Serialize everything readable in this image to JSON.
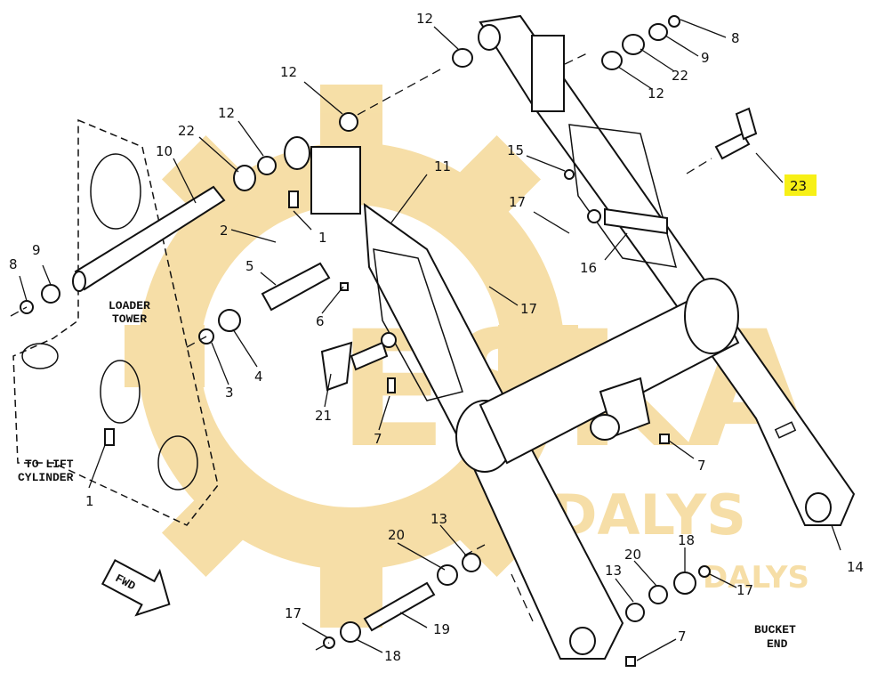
{
  "watermark": {
    "brand": "ESKA",
    "sub": "DALYS",
    "sub2": "DALYS",
    "color": "#f3d48a"
  },
  "highlight_color": "#f7f016",
  "texts": {
    "loader_tower_1": "LOADER",
    "loader_tower_2": "TOWER",
    "lift_1": "TO LIFT",
    "lift_2": "CYLINDER",
    "bucket_1": "BUCKET",
    "bucket_2": "END",
    "fwd": "FWD"
  },
  "callouts": [
    {
      "id": "c12a",
      "num": "12"
    },
    {
      "id": "c8a",
      "num": "8"
    },
    {
      "id": "c9a",
      "num": "9"
    },
    {
      "id": "c22a",
      "num": "22"
    },
    {
      "id": "c12b",
      "num": "12"
    },
    {
      "id": "c12c",
      "num": "12"
    },
    {
      "id": "c12d",
      "num": "12"
    },
    {
      "id": "c22b",
      "num": "22"
    },
    {
      "id": "c10",
      "num": "10"
    },
    {
      "id": "c15",
      "num": "15"
    },
    {
      "id": "c23",
      "num": "23"
    },
    {
      "id": "c11",
      "num": "11"
    },
    {
      "id": "c17a",
      "num": "17"
    },
    {
      "id": "c1a",
      "num": "1"
    },
    {
      "id": "c2",
      "num": "2"
    },
    {
      "id": "c9b",
      "num": "9"
    },
    {
      "id": "c8b",
      "num": "8"
    },
    {
      "id": "c16",
      "num": "16"
    },
    {
      "id": "c5",
      "num": "5"
    },
    {
      "id": "c17b",
      "num": "17"
    },
    {
      "id": "c6",
      "num": "6"
    },
    {
      "id": "c4",
      "num": "4"
    },
    {
      "id": "c3",
      "num": "3"
    },
    {
      "id": "c21",
      "num": "21"
    },
    {
      "id": "c7a",
      "num": "7"
    },
    {
      "id": "c7b",
      "num": "7"
    },
    {
      "id": "c1b",
      "num": "1"
    },
    {
      "id": "c13a",
      "num": "13"
    },
    {
      "id": "c20a",
      "num": "20"
    },
    {
      "id": "c18a",
      "num": "18"
    },
    {
      "id": "c14",
      "num": "14"
    },
    {
      "id": "c20b",
      "num": "20"
    },
    {
      "id": "c13b",
      "num": "13"
    },
    {
      "id": "c17c",
      "num": "17"
    },
    {
      "id": "c17d",
      "num": "17"
    },
    {
      "id": "c19",
      "num": "19"
    },
    {
      "id": "c18b",
      "num": "18"
    },
    {
      "id": "c7c",
      "num": "7"
    }
  ]
}
